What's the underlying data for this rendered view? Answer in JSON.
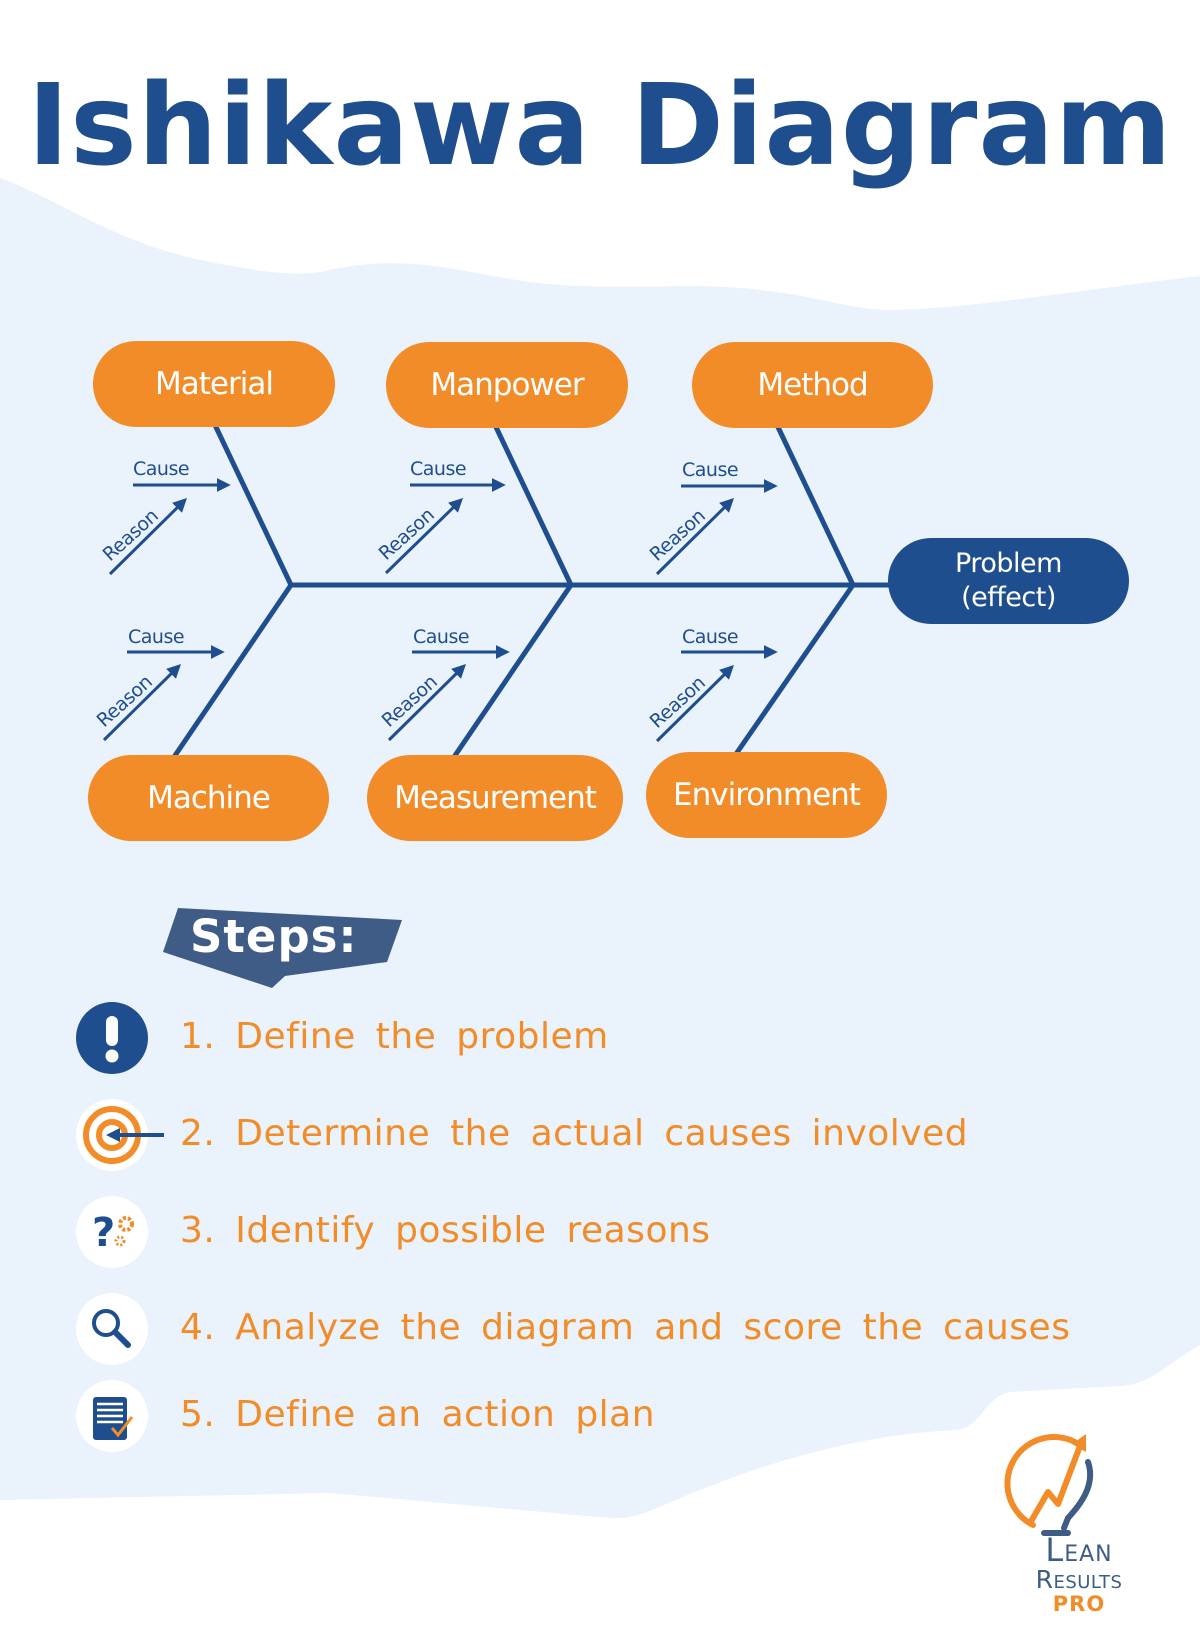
{
  "title": "Ishikawa Diagram",
  "colors": {
    "primary_blue": "#1F4E8F",
    "accent_orange": "#F28C28",
    "background_light": "#EAF2FB",
    "banner_blue": "#3E5C86"
  },
  "diagram": {
    "effect": {
      "line1": "Problem",
      "line2": "(effect)"
    },
    "categories_top": [
      {
        "label": "Material",
        "cause_label": "Cause",
        "reason_label": "Reason"
      },
      {
        "label": "Manpower",
        "cause_label": "Cause",
        "reason_label": "Reason"
      },
      {
        "label": "Method",
        "cause_label": "Cause",
        "reason_label": "Reason"
      }
    ],
    "categories_bottom": [
      {
        "label": "Machine",
        "cause_label": "Cause",
        "reason_label": "Reason"
      },
      {
        "label": "Measurement",
        "cause_label": "Cause",
        "reason_label": "Reason"
      },
      {
        "label": "Environment",
        "cause_label": "Cause",
        "reason_label": "Reason"
      }
    ]
  },
  "steps": {
    "heading": "Steps:",
    "items": [
      {
        "text": "1. Define the problem",
        "icon": "exclamation-icon"
      },
      {
        "text": "2. Determine the actual causes involved",
        "icon": "target-icon"
      },
      {
        "text": "3. Identify possible reasons",
        "icon": "question-gears-icon"
      },
      {
        "text": "4. Analyze the diagram and score the causes",
        "icon": "magnifier-icon"
      },
      {
        "text": "5. Define an action plan",
        "icon": "checklist-icon"
      }
    ]
  },
  "logo": {
    "line1": "Lean",
    "line2": "Results",
    "line3": "PRO"
  }
}
